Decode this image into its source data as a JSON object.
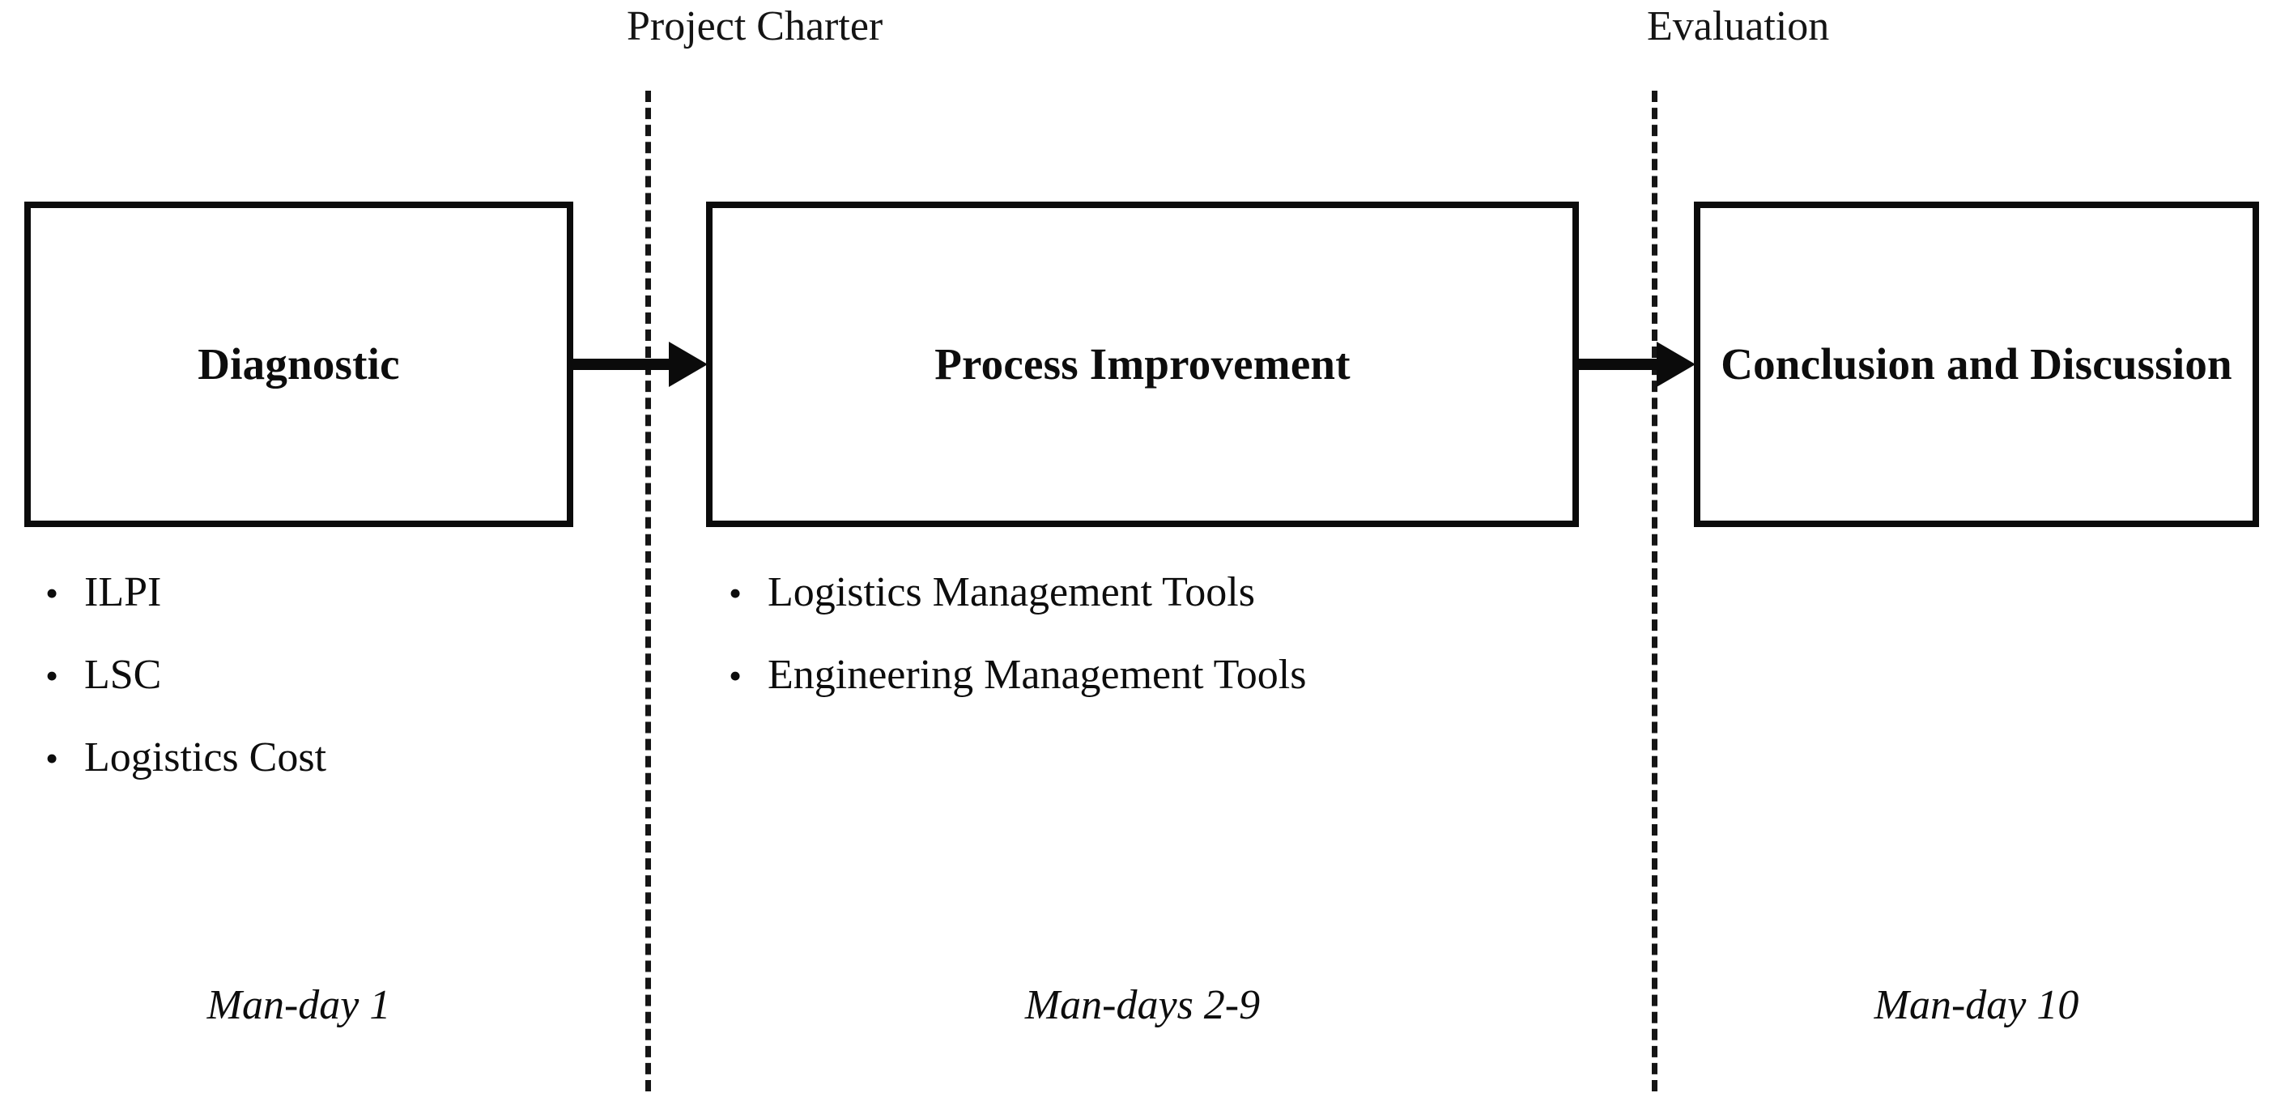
{
  "diagram": {
    "type": "process-flow",
    "phase_labels": [
      {
        "id": "project-charter",
        "text": "Project Charter"
      },
      {
        "id": "evaluation",
        "text": "Evaluation"
      }
    ],
    "stages": [
      {
        "id": "diagnostic",
        "title": "Diagnostic",
        "bullets": [
          {
            "marker": "•",
            "text": "ILPI"
          },
          {
            "marker": "•",
            "text": "LSC"
          },
          {
            "marker": "•",
            "text": "Logistics Cost"
          }
        ],
        "duration": "Man-day 1"
      },
      {
        "id": "process-improvement",
        "title": "Process Improvement",
        "bullets": [
          {
            "marker": "•",
            "text": "Logistics Management Tools"
          },
          {
            "marker": "•",
            "text": "Engineering Management Tools"
          }
        ],
        "duration": "Man-days 2-9"
      },
      {
        "id": "conclusion-and-discussion",
        "title": "Conclusion and Discussion",
        "bullets": [],
        "duration": "Man-day 10"
      }
    ],
    "connectors": [
      {
        "id": "arrow-diagnostic-to-improvement",
        "from": "diagnostic",
        "to": "process-improvement",
        "style": "solid-arrow-right"
      },
      {
        "id": "arrow-improvement-to-conclusion",
        "from": "process-improvement",
        "to": "conclusion-and-discussion",
        "style": "solid-arrow-right"
      }
    ],
    "dividers": [
      {
        "id": "divider-project-charter",
        "style": "dashed-vertical"
      },
      {
        "id": "divider-evaluation",
        "style": "dashed-vertical"
      }
    ],
    "colors": {
      "background": "#ffffff",
      "stroke": "#0b0b0b",
      "text": "#141414"
    }
  }
}
